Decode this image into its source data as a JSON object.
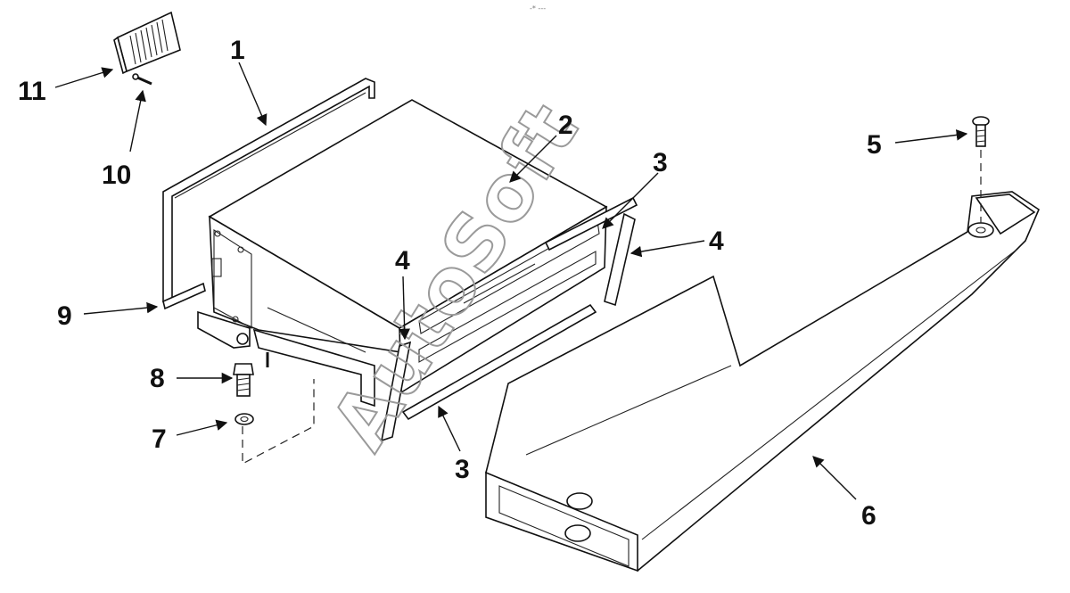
{
  "header_mark": "-* ---",
  "watermark": "AutoSoft",
  "callouts": [
    {
      "id": "1",
      "text": "1"
    },
    {
      "id": "2",
      "text": "2"
    },
    {
      "id": "3a",
      "text": "3"
    },
    {
      "id": "3b",
      "text": "3"
    },
    {
      "id": "4a",
      "text": "4"
    },
    {
      "id": "4b",
      "text": "4"
    },
    {
      "id": "5",
      "text": "5"
    },
    {
      "id": "6",
      "text": "6"
    },
    {
      "id": "7",
      "text": "7"
    },
    {
      "id": "8",
      "text": "8"
    },
    {
      "id": "9",
      "text": "9"
    },
    {
      "id": "10",
      "text": "10"
    },
    {
      "id": "11",
      "text": "11"
    }
  ]
}
